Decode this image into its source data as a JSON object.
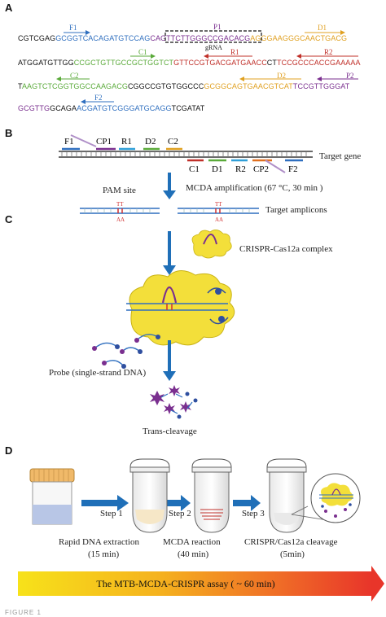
{
  "panelA": {
    "letter": "A",
    "primer_labels": {
      "F1": "F1",
      "P1": "P1",
      "D1": "D1",
      "gRNA": "gRNA",
      "C1": "C1",
      "R1": "R1",
      "R2": "R2",
      "C2": "C2",
      "D2": "D2",
      "P2": "P2",
      "F2": "F2"
    },
    "seq": [
      [
        {
          "t": "CGTCGAG",
          "c": "#111"
        },
        {
          "t": "GCGGTCACAGATGTCCAG",
          "c": "#2f6fbf"
        },
        {
          "t": "CAGTTCTTGGGCCGACACG",
          "c": "#7a2f8f"
        },
        {
          "t": "AGGGAAGGGCAACTGACG",
          "c": "#e0a020"
        }
      ],
      [
        {
          "t": "ATGGATGTTGG",
          "c": "#111"
        },
        {
          "t": "CCGCTGTTGCCGCTGGTCT",
          "c": "#5aaa3a"
        },
        {
          "t": "GTTCCGTGACGATGAACC",
          "c": "#c0302a"
        },
        {
          "t": "CT",
          "c": "#111"
        },
        {
          "t": "TCCGCCCACCGAAAAA",
          "c": "#c0302a"
        }
      ],
      [
        {
          "t": "T",
          "c": "#111"
        },
        {
          "t": "AAGTCTCGGTGGCCAAGACG",
          "c": "#5aaa3a"
        },
        {
          "t": "CGGCCGTGTGGCCC",
          "c": "#111"
        },
        {
          "t": "GCGGCAGTGAACGTCAT",
          "c": "#e0a020"
        },
        {
          "t": "TCCGTTGGGAT",
          "c": "#7a2f8f"
        }
      ],
      [
        {
          "t": "GCGTTG",
          "c": "#7a2f8f"
        },
        {
          "t": "GCAGA",
          "c": "#111"
        },
        {
          "t": "ACGATGTCGGGATGCAGG",
          "c": "#2f6fbf"
        },
        {
          "t": "TCGATAT",
          "c": "#111"
        }
      ]
    ]
  },
  "panelB": {
    "letter": "B",
    "top_labels": [
      "F1",
      "CP1",
      "R1",
      "D2",
      "C2"
    ],
    "bottom_labels": [
      "C1",
      "D1",
      "R2",
      "CP2",
      "F2"
    ],
    "target_gene": "Target gene",
    "pam_site": "PAM site",
    "mcda": "MCDA amplification (67 °C, 30 min )",
    "target_amplicons": "Target amplicons",
    "tt": "TT",
    "aa": "AA"
  },
  "panelC": {
    "letter": "C",
    "crispr_complex": "CRISPR-Cas12a complex",
    "probe": "Probe (single-strand DNA)",
    "trans_cleavage": "Trans-cleavage"
  },
  "panelD": {
    "letter": "D",
    "steps": [
      "Step 1",
      "Step 2",
      "Step 3"
    ],
    "captions": [
      {
        "line1": "Rapid DNA extraction",
        "line2": "(15 min)"
      },
      {
        "line1": "MCDA reaction",
        "line2": "(40 min)"
      },
      {
        "line1": "CRISPR/Cas12a cleavage",
        "line2": "(5min)"
      }
    ],
    "assay_bar": "The MTB-MCDA-CRISPR assay ( ~ 60 min)",
    "colors": {
      "arrow": "#1f6fb8",
      "bar_start": "#f7e21a",
      "bar_end": "#e8352a"
    }
  },
  "figure_label": "FIGURE 1"
}
